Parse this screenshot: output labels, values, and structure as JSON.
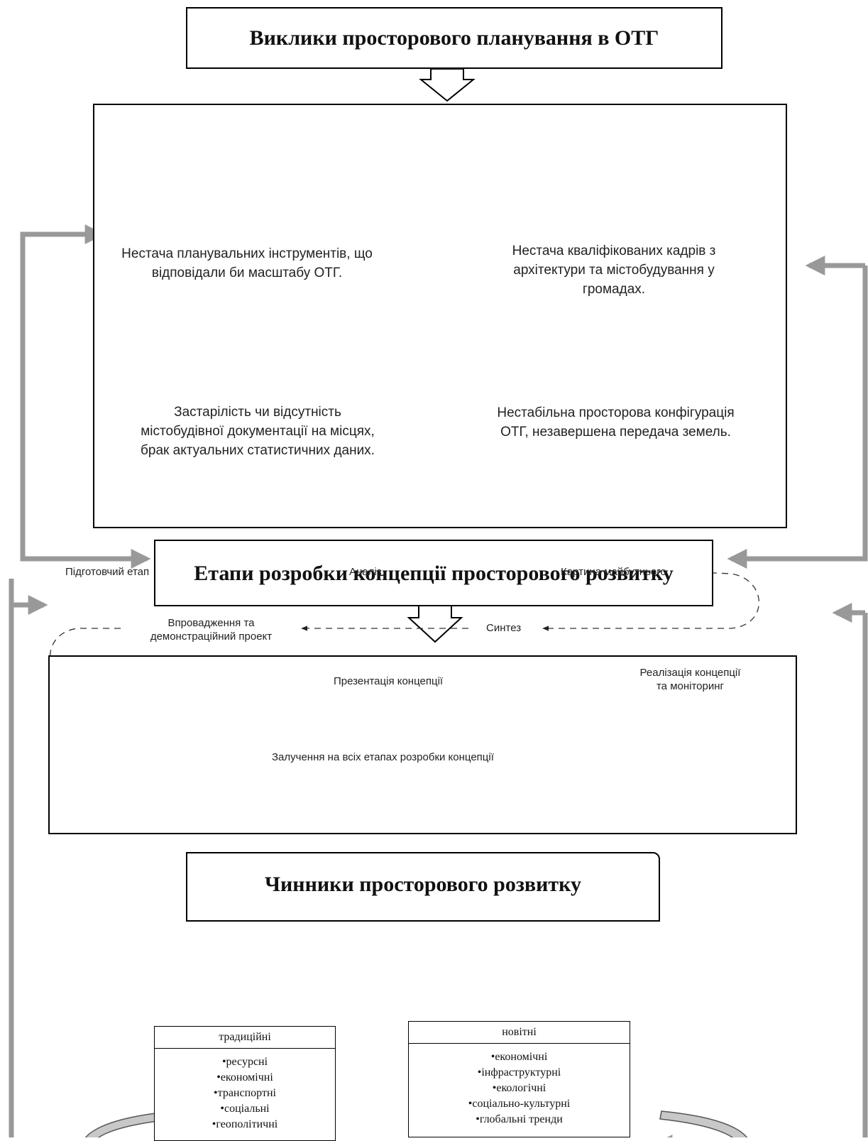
{
  "challenges": {
    "title": "Виклики просторового планування в ОТГ",
    "items": [
      {
        "icon": "ruler-blueprint-crossed-icon",
        "text": "Нестача планувальних інструментів, що відповідали би масштабу ОТГ."
      },
      {
        "icon": "architecture-crossed-icon",
        "text": "Нестача кваліфікованих кадрів з архітектури та містобудування у громадах."
      },
      {
        "icon": "documents-map-crossed-icon",
        "text": "Застарілість чи відсутність містобудівної документації на місцях, брак актуальних статистичних даних."
      },
      {
        "icon": "territory-question-icon",
        "text": "Нестабільна просторова конфігурація ОТГ,   незавершена передача земель."
      }
    ]
  },
  "stages": {
    "title": "Етапи розробки концепції просторового розвитку",
    "steps": {
      "preparatory": "Підготовчий етап",
      "analysis": "Аналіз",
      "future_picture": "Картина майбутнього",
      "synthesis": "Синтез",
      "implementation": [
        "Впровадження та",
        "демонстраційний проект"
      ],
      "presentation": "Презентація концепції",
      "realization": [
        "Реалізація концепції",
        "та моніторинг"
      ],
      "involvement": "Залучення на всіх етапах розробки концепції"
    }
  },
  "factors": {
    "title": "Чинники просторового розвитку",
    "traditional": {
      "header": "традиційні",
      "items": [
        "ресурсні",
        "економічні",
        "транспортні",
        "соціальні",
        "геополітичні"
      ]
    },
    "modern": {
      "header": "новітні",
      "items": [
        "економічні",
        "інфраструктурні",
        "екологічні",
        "соціально-культурні",
        "глобальні тренди"
      ]
    }
  },
  "colors": {
    "connector": "#999999",
    "curved_arrow": "#c8c8c8"
  }
}
